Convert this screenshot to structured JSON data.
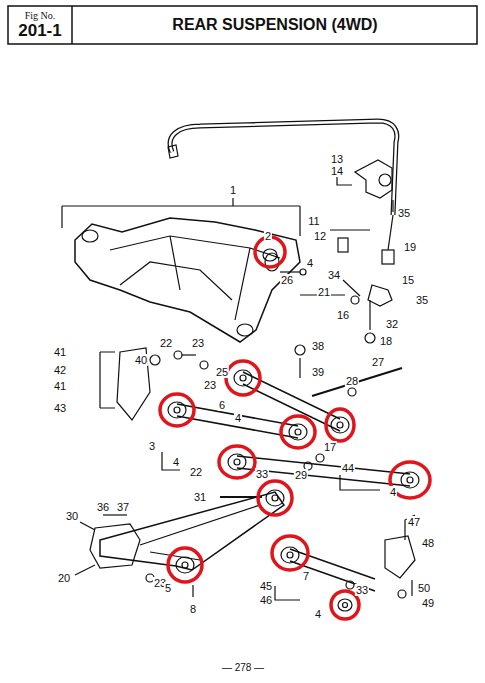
{
  "diagram": {
    "title": "REAR SUSPENSION (4WD)",
    "nodes": [
      {
        "text": [
          "Fig No.",
          "201-1"
        ]
      }
    ],
    "labels": [
      "1",
      "2",
      "26",
      "4",
      "13",
      "14",
      "35",
      "11",
      "12",
      "19",
      "15",
      "34",
      "21",
      "16",
      "32",
      "35",
      "18",
      "41",
      "42",
      "41",
      "43",
      "40",
      "22",
      "23",
      "25",
      "23",
      "38",
      "39",
      "28",
      "27",
      "6",
      "4",
      "3",
      "4",
      "44",
      "17",
      "29",
      "22",
      "33",
      "4",
      "31",
      "47",
      "30",
      "36",
      "37",
      "48",
      "20",
      "23",
      "45",
      "46",
      "33",
      "50",
      "49",
      "4",
      "8",
      "5",
      "7",
      "— 278 —"
    ]
  }
}
